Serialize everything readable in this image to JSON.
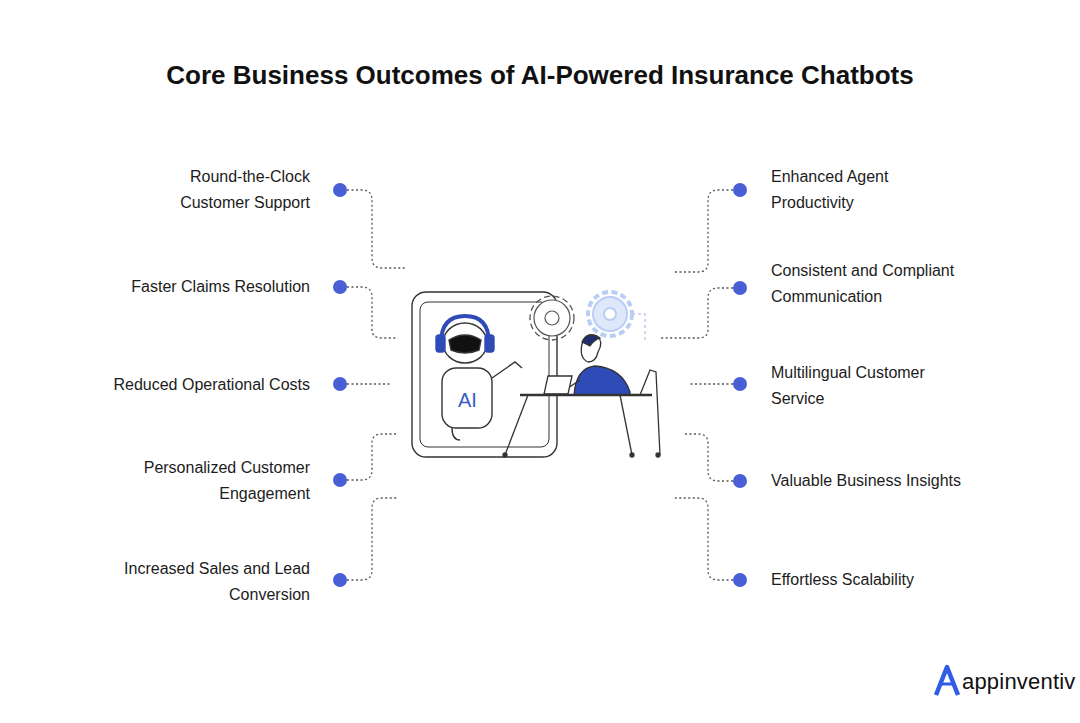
{
  "diagram": {
    "title": "Core Business Outcomes of AI-Powered Insurance Chatbots",
    "labels": [
      "Round-the-Clock Customer Support",
      "Enhanced Agent Productivity",
      "Faster Claims Resolution",
      "Consistent and Compliant Communication",
      "Reduced Operational Costs",
      "Multilingual Customer Service",
      "Personalized Customer Engagement",
      "Valuable Business Insights",
      "Increased Sales and Lead Conversion",
      "Effortless Scalability",
      "AI",
      "appinventiv"
    ]
  }
}
